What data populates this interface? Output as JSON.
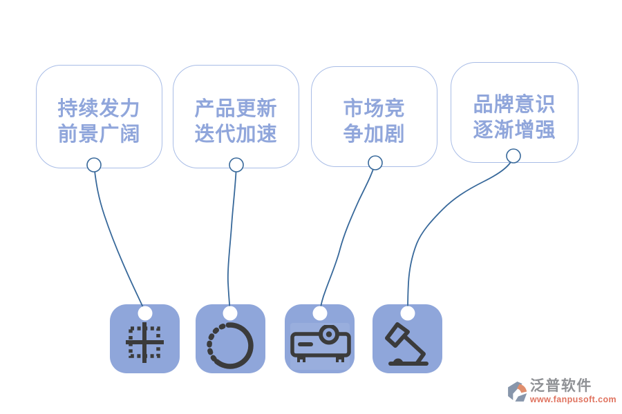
{
  "cards": [
    {
      "line1": "持续发力",
      "line2": "前景广阔"
    },
    {
      "line1": "产品更新",
      "line2": "迭代加速"
    },
    {
      "line1": "市场竞",
      "line2": "争加剧"
    },
    {
      "line1": "品牌意识",
      "line2": "逐渐增强"
    }
  ],
  "tiles": [
    {
      "icon": "dashed-grid-cross-icon"
    },
    {
      "icon": "dashed-progress-circle-icon"
    },
    {
      "icon": "projector-icon"
    },
    {
      "icon": "desk-lamp-icon"
    }
  ],
  "watermark": {
    "brand": "泛普软件",
    "url": "www.fanpusoft.com"
  },
  "colors": {
    "tile_background": "#8fa6da",
    "card_border": "#a8bce6",
    "card_text": "#90a6db",
    "connector": "#37689a",
    "icon_stroke": "#3b3b3b",
    "watermark_brand": "#8f9195",
    "watermark_url": "#e0735f",
    "logo_gray_blue": "#8796ab",
    "logo_orange": "#e08e6d"
  }
}
